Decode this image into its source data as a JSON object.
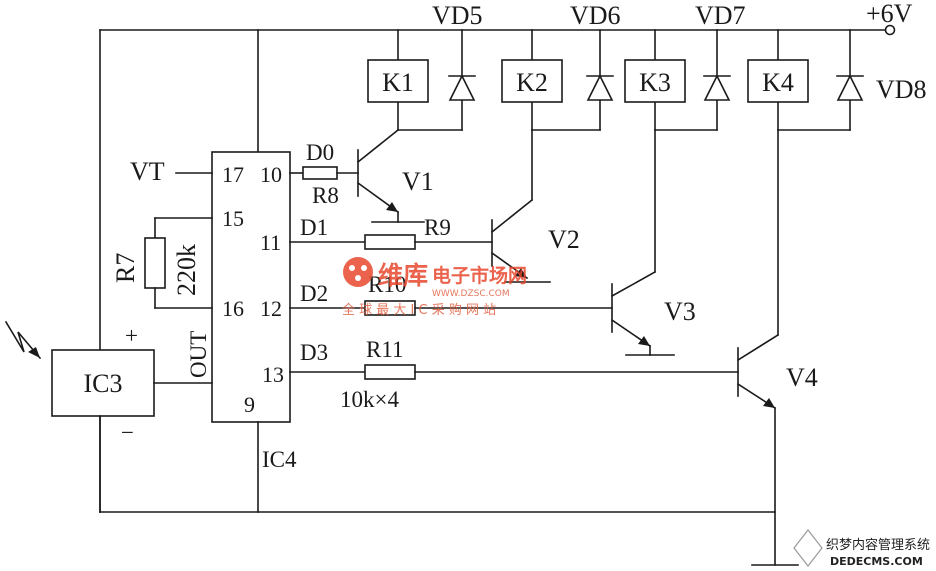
{
  "diagram": {
    "supply": "+6V",
    "relays": [
      "K1",
      "K2",
      "K3",
      "K4"
    ],
    "diodes": [
      "VD5",
      "VD6",
      "VD7",
      "VD8"
    ],
    "transistors": [
      "V1",
      "V2",
      "V3",
      "V4"
    ],
    "input_label": "VT",
    "ic3": {
      "label": "IC3",
      "plus": "+",
      "minus": "−",
      "out": "OUT"
    },
    "ic4": {
      "label": "IC4",
      "pins": {
        "p17": "17",
        "p10": "10",
        "p15": "15",
        "p11": "11",
        "p16": "16",
        "p12": "12",
        "p13": "13",
        "p9": "9"
      }
    },
    "r7": {
      "name": "R7",
      "value": "220k"
    },
    "lines": [
      {
        "d": "D0",
        "r": "R8"
      },
      {
        "d": "D1",
        "r": "R9"
      },
      {
        "d": "D2",
        "r": "R10"
      },
      {
        "d": "D3",
        "r": "R11"
      }
    ],
    "resistor_value": "10k×4"
  },
  "watermark": {
    "brand": "维库",
    "brand_rest": "电子市场网",
    "url": "WWW.DZSC.COM",
    "slogan": "全 球 最 大 I C 采 购 网 站",
    "corner_title": "织梦内容管理系统",
    "corner_url": "DEDECMS.COM",
    "colors": {
      "brand": "#e8482e",
      "url": "#e06040",
      "corner": "#222222"
    }
  }
}
